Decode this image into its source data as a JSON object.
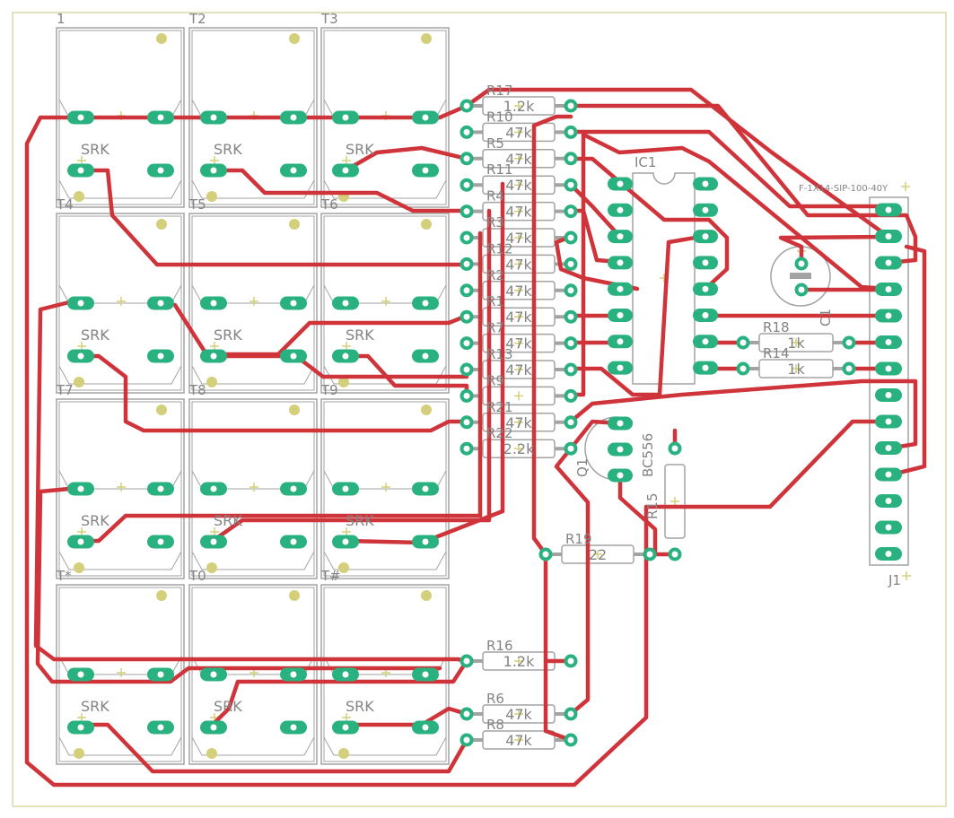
{
  "title": "",
  "colors": {
    "background": "#ffffff",
    "frame": "#d9d8a6",
    "outline": "#a3a3a3",
    "trace": "#d0343b",
    "pad": "#2ab180",
    "pad_hole": "#ffffff",
    "mark": "#d4cf7a",
    "text": "#848484"
  },
  "keys": [
    {
      "name": "1",
      "srk": "SRK"
    },
    {
      "name": "T2",
      "srk": "SRK"
    },
    {
      "name": "T3",
      "srk": "SRK"
    },
    {
      "name": "T4",
      "srk": "SRK"
    },
    {
      "name": "T5",
      "srk": "SRK"
    },
    {
      "name": "T6",
      "srk": "SRK"
    },
    {
      "name": "T7",
      "srk": "SRK"
    },
    {
      "name": "T8",
      "srk": "SRK"
    },
    {
      "name": "T9",
      "srk": "SRK"
    },
    {
      "name": "T*",
      "srk": "SRK"
    },
    {
      "name": "T0",
      "srk": "SRK"
    },
    {
      "name": "T#",
      "srk": "SRK"
    }
  ],
  "resistors_column": [
    {
      "ref": "R17",
      "value": "1.2k"
    },
    {
      "ref": "R10",
      "value": "47k"
    },
    {
      "ref": "R5",
      "value": "47k"
    },
    {
      "ref": "R11",
      "value": "47k"
    },
    {
      "ref": "R4",
      "value": "47k"
    },
    {
      "ref": "R3",
      "value": "47k"
    },
    {
      "ref": "R12",
      "value": "47k"
    },
    {
      "ref": "R2",
      "value": "47k"
    },
    {
      "ref": "R1",
      "value": "47k"
    },
    {
      "ref": "R7",
      "value": "47k"
    },
    {
      "ref": "R13",
      "value": "47k"
    },
    {
      "ref": "R9",
      "value": ""
    },
    {
      "ref": "R21",
      "value": "47k"
    },
    {
      "ref": "R22",
      "value": "2.2k"
    }
  ],
  "resistors_lower": [
    {
      "ref": "R16",
      "value": "1.2k"
    },
    {
      "ref": "R6",
      "value": "47k"
    },
    {
      "ref": "R8",
      "value": "47k"
    }
  ],
  "misc_resistors": [
    {
      "ref": "R19",
      "value": "22"
    },
    {
      "ref": "R15",
      "value": ""
    },
    {
      "ref": "R18",
      "value": "1k"
    },
    {
      "ref": "R14",
      "value": "1k"
    }
  ],
  "ic": {
    "ref": "IC1"
  },
  "transistor": {
    "ref": "Q1",
    "value": "BC556"
  },
  "capacitor": {
    "ref": "C1"
  },
  "connector": {
    "ref": "J1",
    "package": "F-1X14-SIP-100-40Y"
  }
}
